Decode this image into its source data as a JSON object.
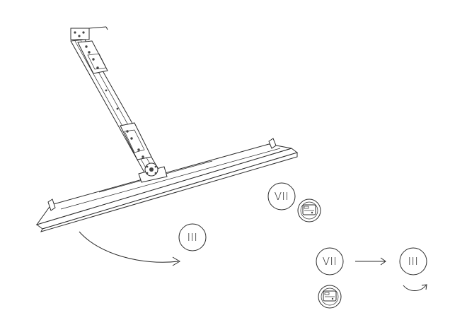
{
  "diagram": {
    "step_labels": {
      "position_top": "VII",
      "position_left": "III",
      "legend_from": "VII",
      "legend_to": "III"
    },
    "icons": [
      "remote-control-icon",
      "remote-control-icon"
    ],
    "colors": {
      "stroke": "#2b2b2b",
      "background": "#ffffff"
    }
  }
}
